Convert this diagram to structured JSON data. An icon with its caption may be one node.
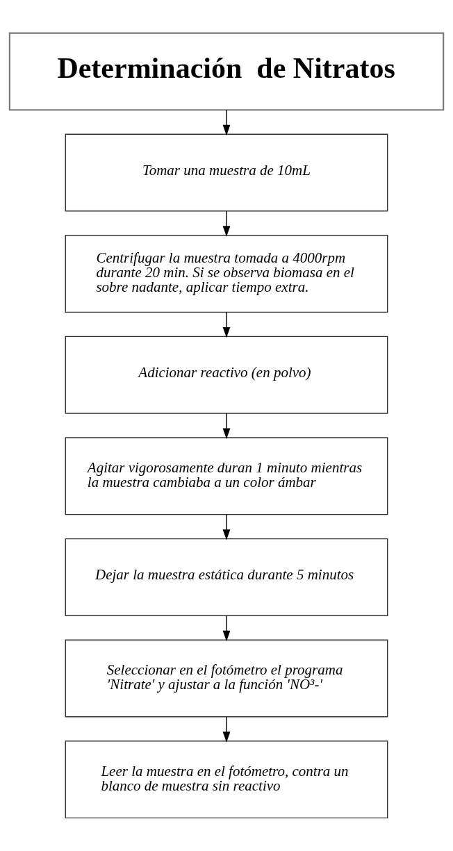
{
  "diagram": {
    "nodes": [
      {
        "text": [
          "Determinación  de Nitratos"
        ]
      },
      {
        "text": [
          "Tomar una muestra de 10mL"
        ]
      },
      {
        "text": [
          "Centrifugar la muestra tomada a 4000rpm durante 20 min. Si se observa biomasa en el sobre nadante, aplicar tiempo extra."
        ]
      },
      {
        "text": [
          "Adicionar reactivo (en polvo)"
        ]
      },
      {
        "text": [
          "Agitar vigorosamente duran 1 minuto mientras la muestra cambiaba a un color ámbar"
        ]
      },
      {
        "text": [
          "Dejar la muestra estática durante 5 minutos"
        ]
      },
      {
        "text": [
          "Seleccionar en el fotómetro el programa 'Nitrate' y ajustar a la función 'NO³-'"
        ]
      },
      {
        "text": [
          "Leer la muestra en el fotómetro, contra un blanco de muestra sin reactivo"
        ]
      }
    ],
    "edges": [
      {
        "from": 0,
        "to": 1,
        "arrow": "to"
      },
      {
        "from": 1,
        "to": 2,
        "arrow": "to"
      },
      {
        "from": 2,
        "to": 3,
        "arrow": "to"
      },
      {
        "from": 3,
        "to": 4,
        "arrow": "to"
      },
      {
        "from": 4,
        "to": 5,
        "arrow": "to"
      },
      {
        "from": 5,
        "to": 6,
        "arrow": "to"
      },
      {
        "from": 6,
        "to": 7,
        "arrow": "to"
      }
    ]
  }
}
